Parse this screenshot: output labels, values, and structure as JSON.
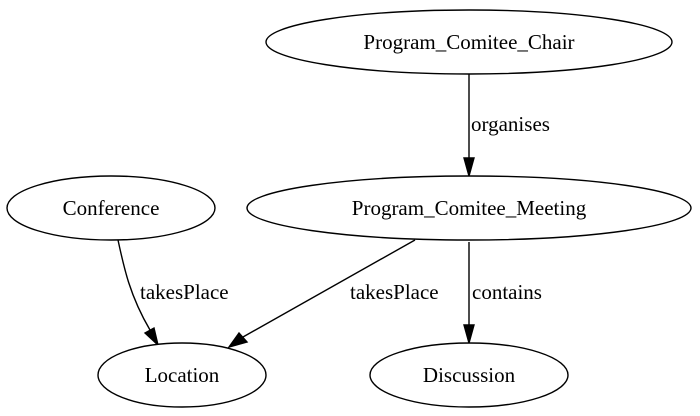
{
  "diagram": {
    "nodes": {
      "program_comitee_chair": "Program_Comitee_Chair",
      "conference": "Conference",
      "program_comitee_meeting": "Program_Comitee_Meeting",
      "location": "Location",
      "discussion": "Discussion"
    },
    "edges": {
      "chair_to_meeting": "organises",
      "conference_to_location": "takesPlace",
      "meeting_to_location": "takesPlace",
      "meeting_to_discussion": "contains"
    }
  }
}
